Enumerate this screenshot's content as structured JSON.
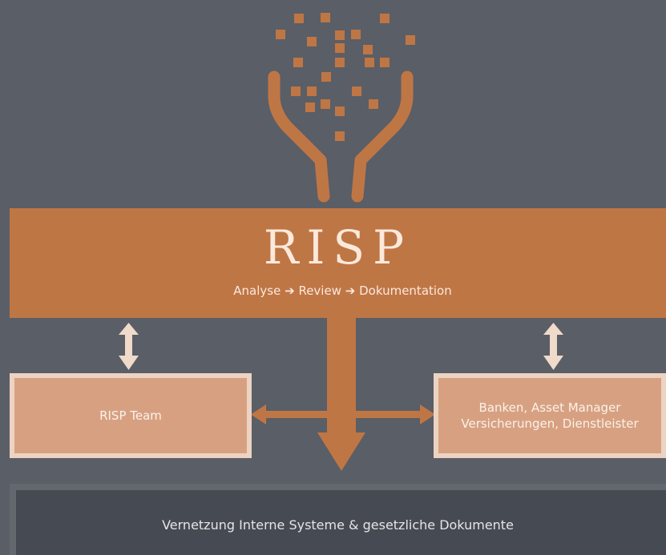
{
  "diagram": {
    "title": "RISP",
    "process_steps": [
      "Analyse",
      "Review",
      "Dokumentation"
    ],
    "process_separator": "➔",
    "left_node": {
      "lines": [
        "RISP Team"
      ]
    },
    "right_node": {
      "lines": [
        "Banken, Asset Manager",
        "Versicherungen, Dienstleister"
      ]
    },
    "bottom_node": {
      "label": "Vernetzung Interne Systeme & gesetzliche Dokumente"
    },
    "colors": {
      "background": "#5a5e66",
      "accent": "#bf7645",
      "box_fill": "#d7a181",
      "box_border": "#ecd3c2",
      "arrow_light": "#f0dac9",
      "bottom_panel": "#464a52"
    },
    "icons": [
      "data-funnel-icon",
      "double-arrow-icon",
      "down-arrow-icon"
    ]
  }
}
